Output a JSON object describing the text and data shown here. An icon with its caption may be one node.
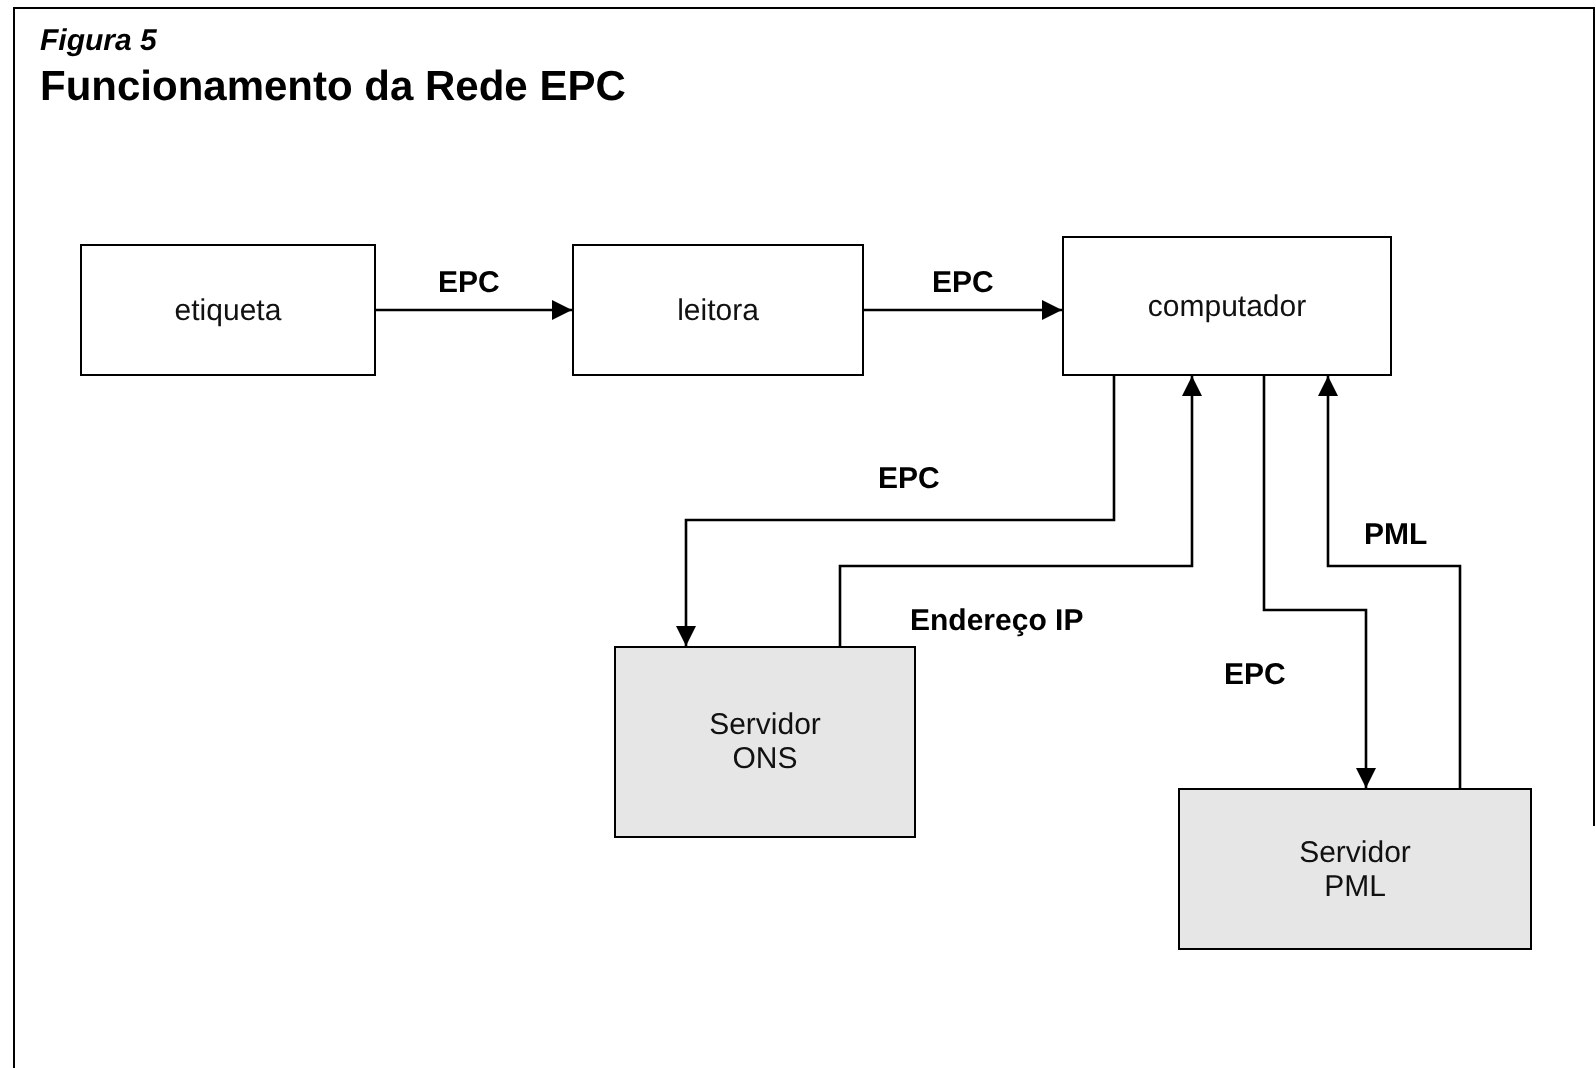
{
  "diagram": {
    "title": "Funcionamento da Rede EPC",
    "caption": "Figura 5",
    "nodes": [
      {
        "text": [
          "etiqueta"
        ]
      },
      {
        "text": [
          "leitora"
        ]
      },
      {
        "text": [
          "computador"
        ]
      },
      {
        "text": [
          "Servidor ONS"
        ]
      },
      {
        "text": [
          "Servidor PML"
        ]
      }
    ],
    "edges": [
      {
        "from": 0,
        "to": 1,
        "arrow": "to",
        "label": "EPC"
      },
      {
        "from": 1,
        "to": 2,
        "arrow": "to",
        "label": "EPC"
      },
      {
        "from": 2,
        "to": 3,
        "arrow": "to",
        "label": "EPC"
      },
      {
        "from": 3,
        "to": 2,
        "arrow": "to",
        "label": "Endereço IP"
      },
      {
        "from": 2,
        "to": 4,
        "arrow": "to",
        "label": "EPC"
      },
      {
        "from": 4,
        "to": 2,
        "arrow": "to",
        "label": "PML"
      }
    ]
  }
}
